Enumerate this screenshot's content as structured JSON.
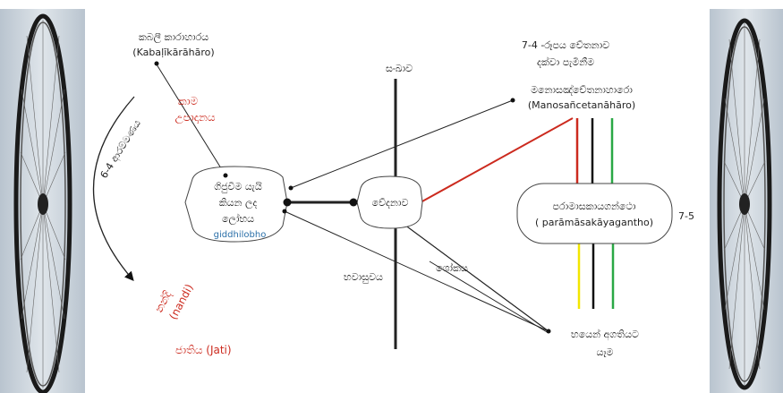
{
  "colors": {
    "red": "#cc2a1e",
    "green": "#2aa845",
    "yellow": "#f2e600",
    "black": "#111111",
    "blue_text": "#2a6fa8",
    "panel_bg": "#c8d2dc"
  },
  "icons": [
    "bicycle-wheel-left",
    "bicycle-wheel-right"
  ],
  "labels": {
    "kabali_si": "කබලී කාරාහාරය",
    "kabali_pali": "(Kabaḷīkārāhāro)",
    "kama_si_1": "කාම",
    "kama_si_2": "උපාදානය",
    "arammana": "6-4 ආරම්මණය",
    "nandi_si": "නන්දි",
    "nandi_pali": "(nandi)",
    "jati": "ජාතිය  (Jati)",
    "giddhi_1": "ගිජුවීම යැයි",
    "giddhi_2": "කියන ලද",
    "giddhi_3": "ලෝභය",
    "giddhi_pali": "giddhilobho",
    "sankhara": "සංඛාව",
    "vedana": "වේදනාව",
    "bhavasava": "භවාසුවය",
    "soka": "ශෝකය",
    "rupa_1": "7-4 -රූපය චේතනාව",
    "rupa_2": "දක්වා පැමිනීම",
    "mano_si": "මනොසඤ්චේතනාහාරො",
    "mano_pali": "(Manosañcetanāhāro)",
    "paramasa_si": "පරාමාසකායගන්ථො",
    "paramasa_pali": "( parāmāsakāyagantho)",
    "num_75": "7-5",
    "bhaya_1": "භයෙන් අගතියට",
    "bhaya_2": "යෑම"
  }
}
